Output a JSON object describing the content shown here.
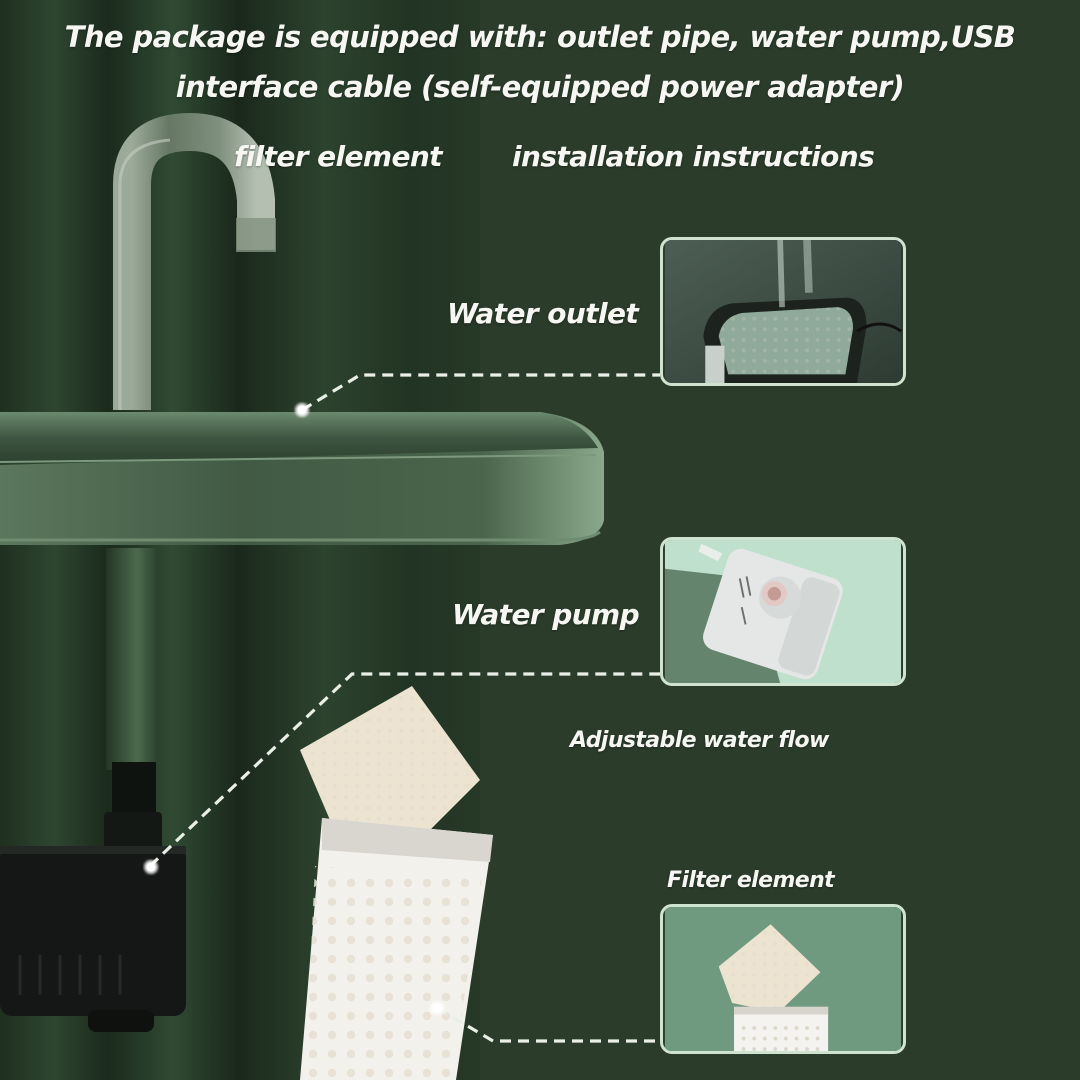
{
  "header": {
    "line1": "The package is equipped with: outlet pipe, water pump,USB",
    "line2": "interface cable (self-equipped power adapter)",
    "item_filter": "filter element",
    "item_instructions": "installation instructions"
  },
  "callouts": [
    {
      "label": "Water outlet",
      "target": "basin"
    },
    {
      "label": "Water pump",
      "target": "pump"
    },
    {
      "label": "Adjustable water flow"
    },
    {
      "label": "Filter element",
      "target": "filter-cartridge"
    }
  ],
  "colors": {
    "background": "#2b3c2a",
    "basin": "#4f6a52",
    "card_border": "#cfe3cf",
    "text": "#f6f7f2",
    "leader_line": "#e9efe6"
  }
}
